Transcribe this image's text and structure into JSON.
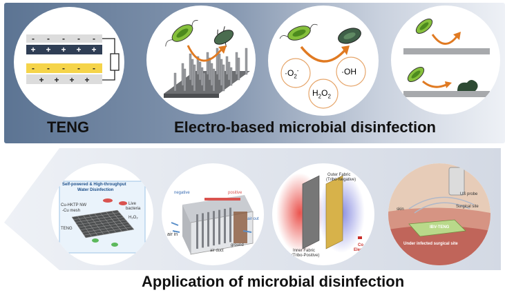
{
  "top": {
    "teng_title": "TENG",
    "section_title": "Electro-based microbial disinfection",
    "teng_signs_top": [
      "-",
      "-",
      "-",
      "-",
      "-"
    ],
    "teng_signs_mid": [
      "+",
      "+",
      "+",
      "+",
      "+"
    ],
    "teng_signs_low": [
      "-",
      "-",
      "-",
      "-",
      "-"
    ],
    "teng_signs_bottom": [
      "+",
      "+",
      "+",
      "+"
    ],
    "ros_superoxide": "·O",
    "ros_superoxide_sub": "2",
    "ros_superoxide_sup": "-",
    "ros_hydroxyl": "·OH",
    "ros_peroxide_h": "H",
    "ros_peroxide_sub": "2",
    "ros_peroxide_o": "O",
    "ros_peroxide_sub2": "2"
  },
  "bottom": {
    "section_title": "Application of microbial disinfection",
    "water": {
      "title_line1": "Self-powered & High-throughput",
      "title_line2": "Water Disinfection",
      "label_mesh_1": "Cu-HKTP NW",
      "label_mesh_2": "-Cu mesh",
      "label_bacteria_1": "Live",
      "label_bacteria_2": "bacteria",
      "label_h2o2": "H₂O₂",
      "label_teng": "TENG"
    },
    "air": {
      "negative": "negative",
      "positive": "positive",
      "air_in": "air in",
      "air_duct": "air duct",
      "ground": "ground",
      "air_out": "air out"
    },
    "fabric": {
      "outer_1": "Outer Fabric",
      "outer_2": "(Tribo-Negative)",
      "inner_1": "Inner Fabric",
      "inner_2": "(Tribo-Positive)",
      "cut_1": "Co",
      "cut_2": "Electr"
    },
    "implant": {
      "us_probe": "US probe",
      "surgical_site": "Surgical site",
      "device": "IBV-TENG",
      "under": "Under infected surgical site",
      "skin": "skin"
    }
  },
  "colors": {
    "top_panel": "#5f7795",
    "bottom_arrow": "#d9dee8",
    "orange_arrow": "#e07a22",
    "bacteria_green": "#86c03c",
    "teng_dark": "#2f3e55",
    "teng_yellow": "#f5d44a"
  }
}
